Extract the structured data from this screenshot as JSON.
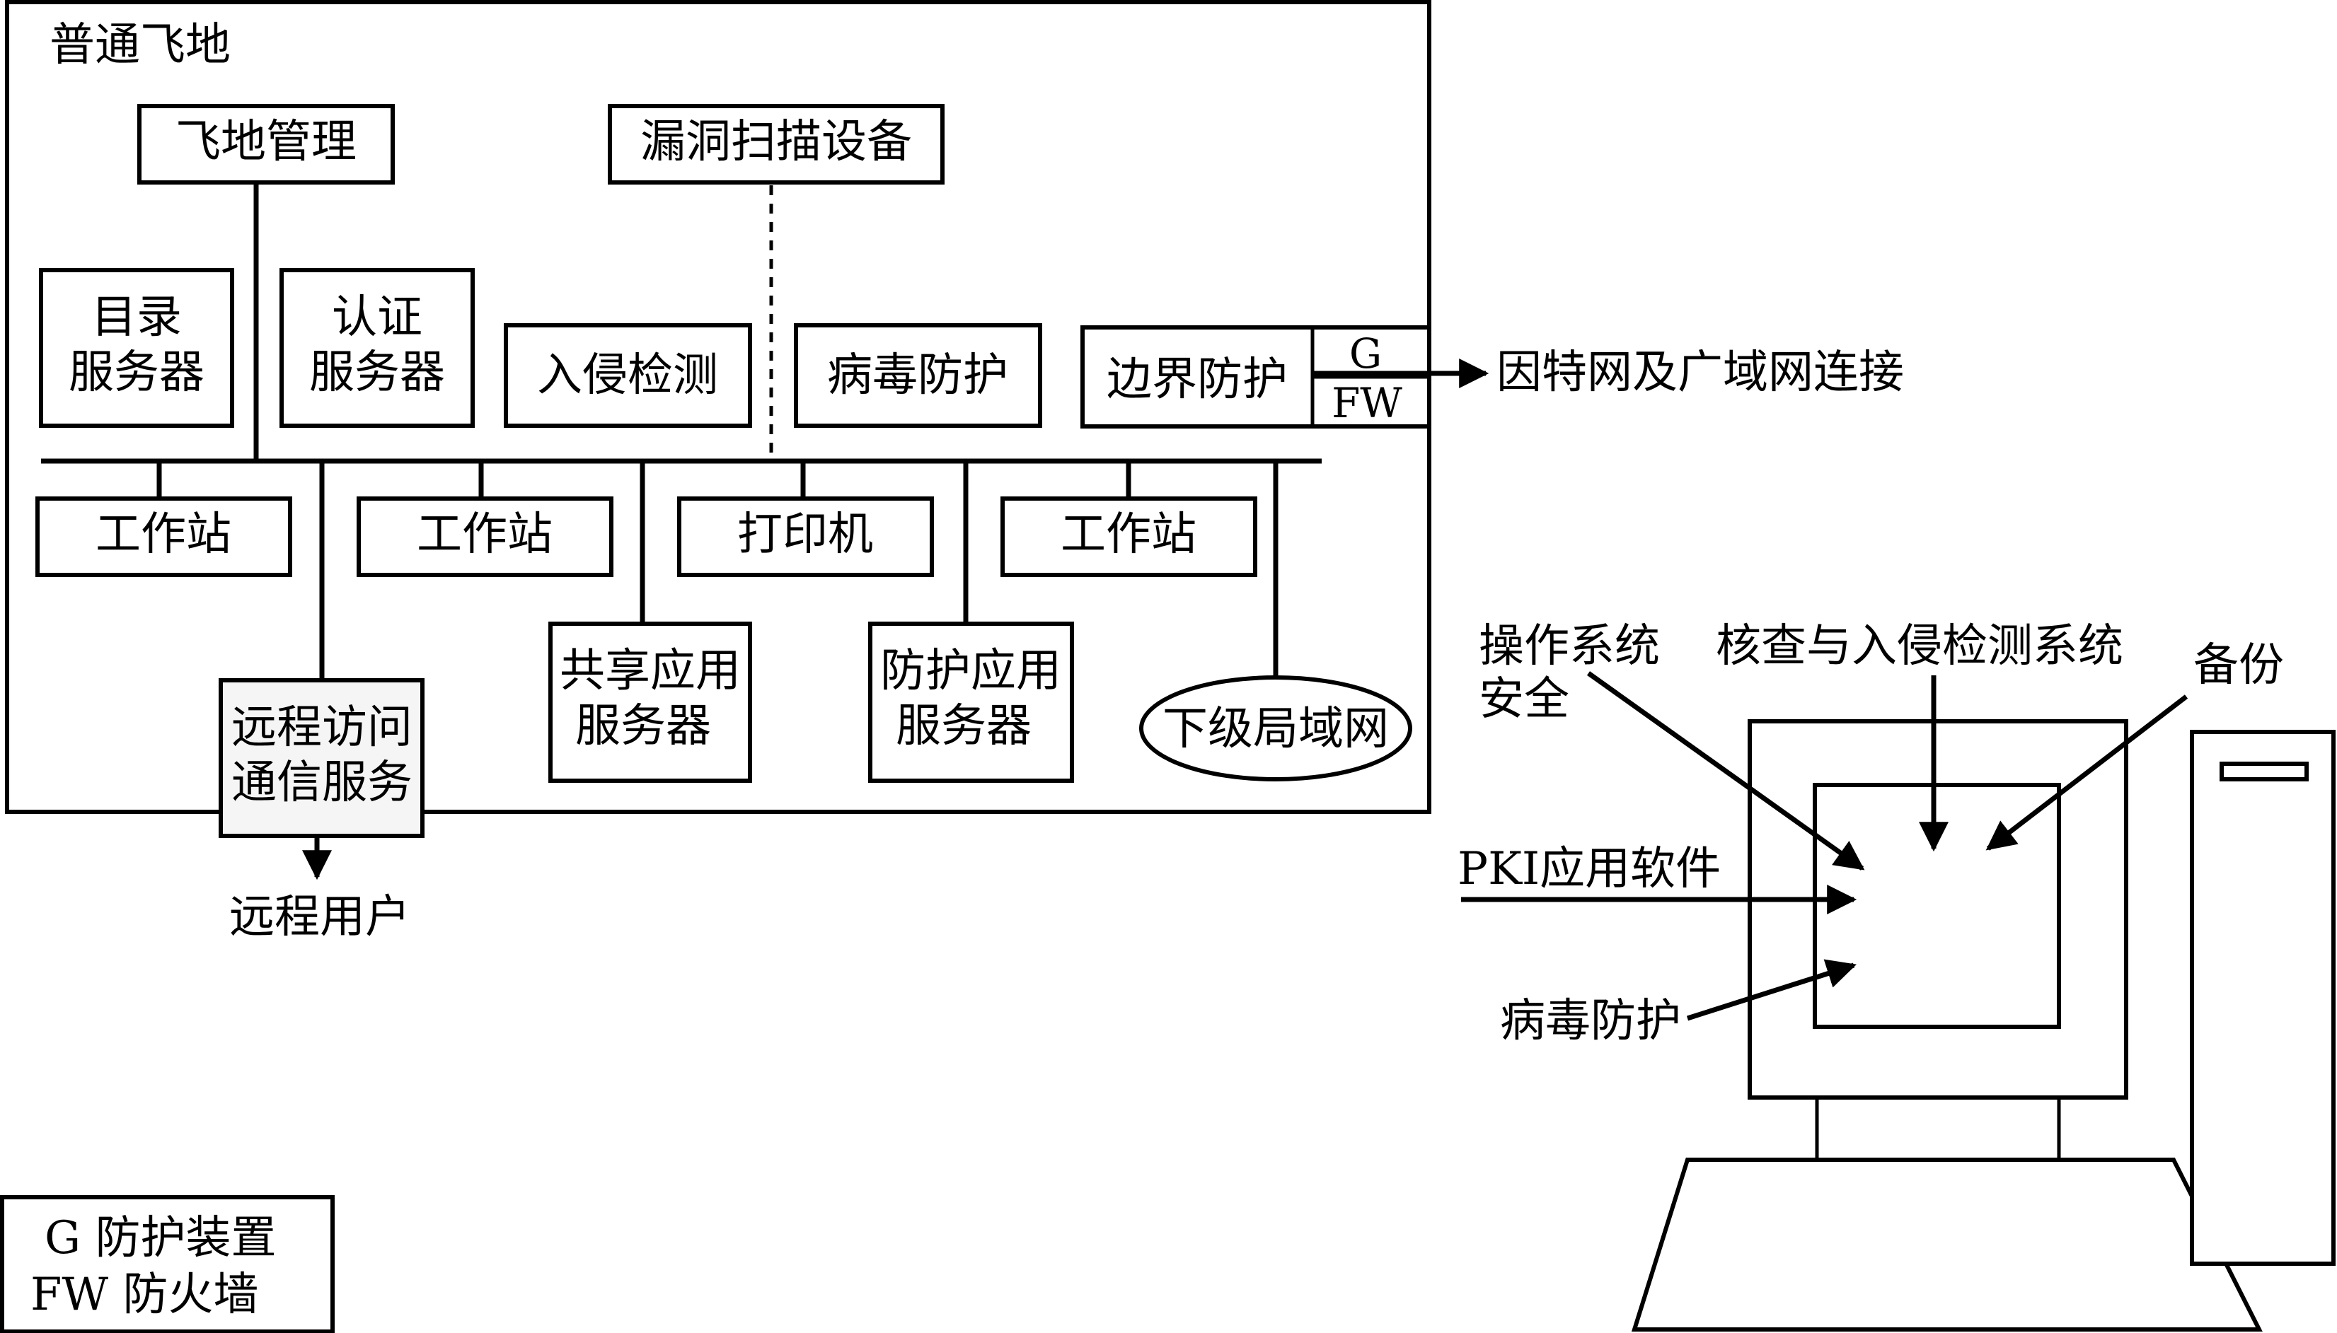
{
  "diagram": {
    "enclave_title": "普通飞地",
    "enclave_mgmt": "飞地管理",
    "vuln_scan": "漏洞扫描设备",
    "dir_server": [
      "目录",
      "服务器"
    ],
    "auth_server": [
      "认证",
      "服务器"
    ],
    "intrusion_detection": "入侵检测",
    "virus_protection": "病毒防护",
    "boundary_protection": "边界防护",
    "g_label": "G",
    "fw_label": "FW",
    "internet_connection": "因特网及广域网连接",
    "workstation_1": "工作站",
    "workstation_2": "工作站",
    "printer": "打印机",
    "workstation_3": "工作站",
    "remote_access": [
      "远程访问",
      "通信服务"
    ],
    "remote_user": "远程用户",
    "shared_app_server": [
      "共享应用",
      "服务器"
    ],
    "protection_app_server": [
      "防护应用",
      "服务器"
    ],
    "subordinate_lan": "下级局域网",
    "legend": {
      "g_row": "G  防护装置",
      "fw_row": "FW 防火墙"
    },
    "computer": {
      "os_security": [
        "操作系统",
        "安全"
      ],
      "audit_ids": "核查与入侵检测系统",
      "backup": "备份",
      "pki_software": "PKI应用软件",
      "virus_protection": "病毒防护"
    }
  }
}
